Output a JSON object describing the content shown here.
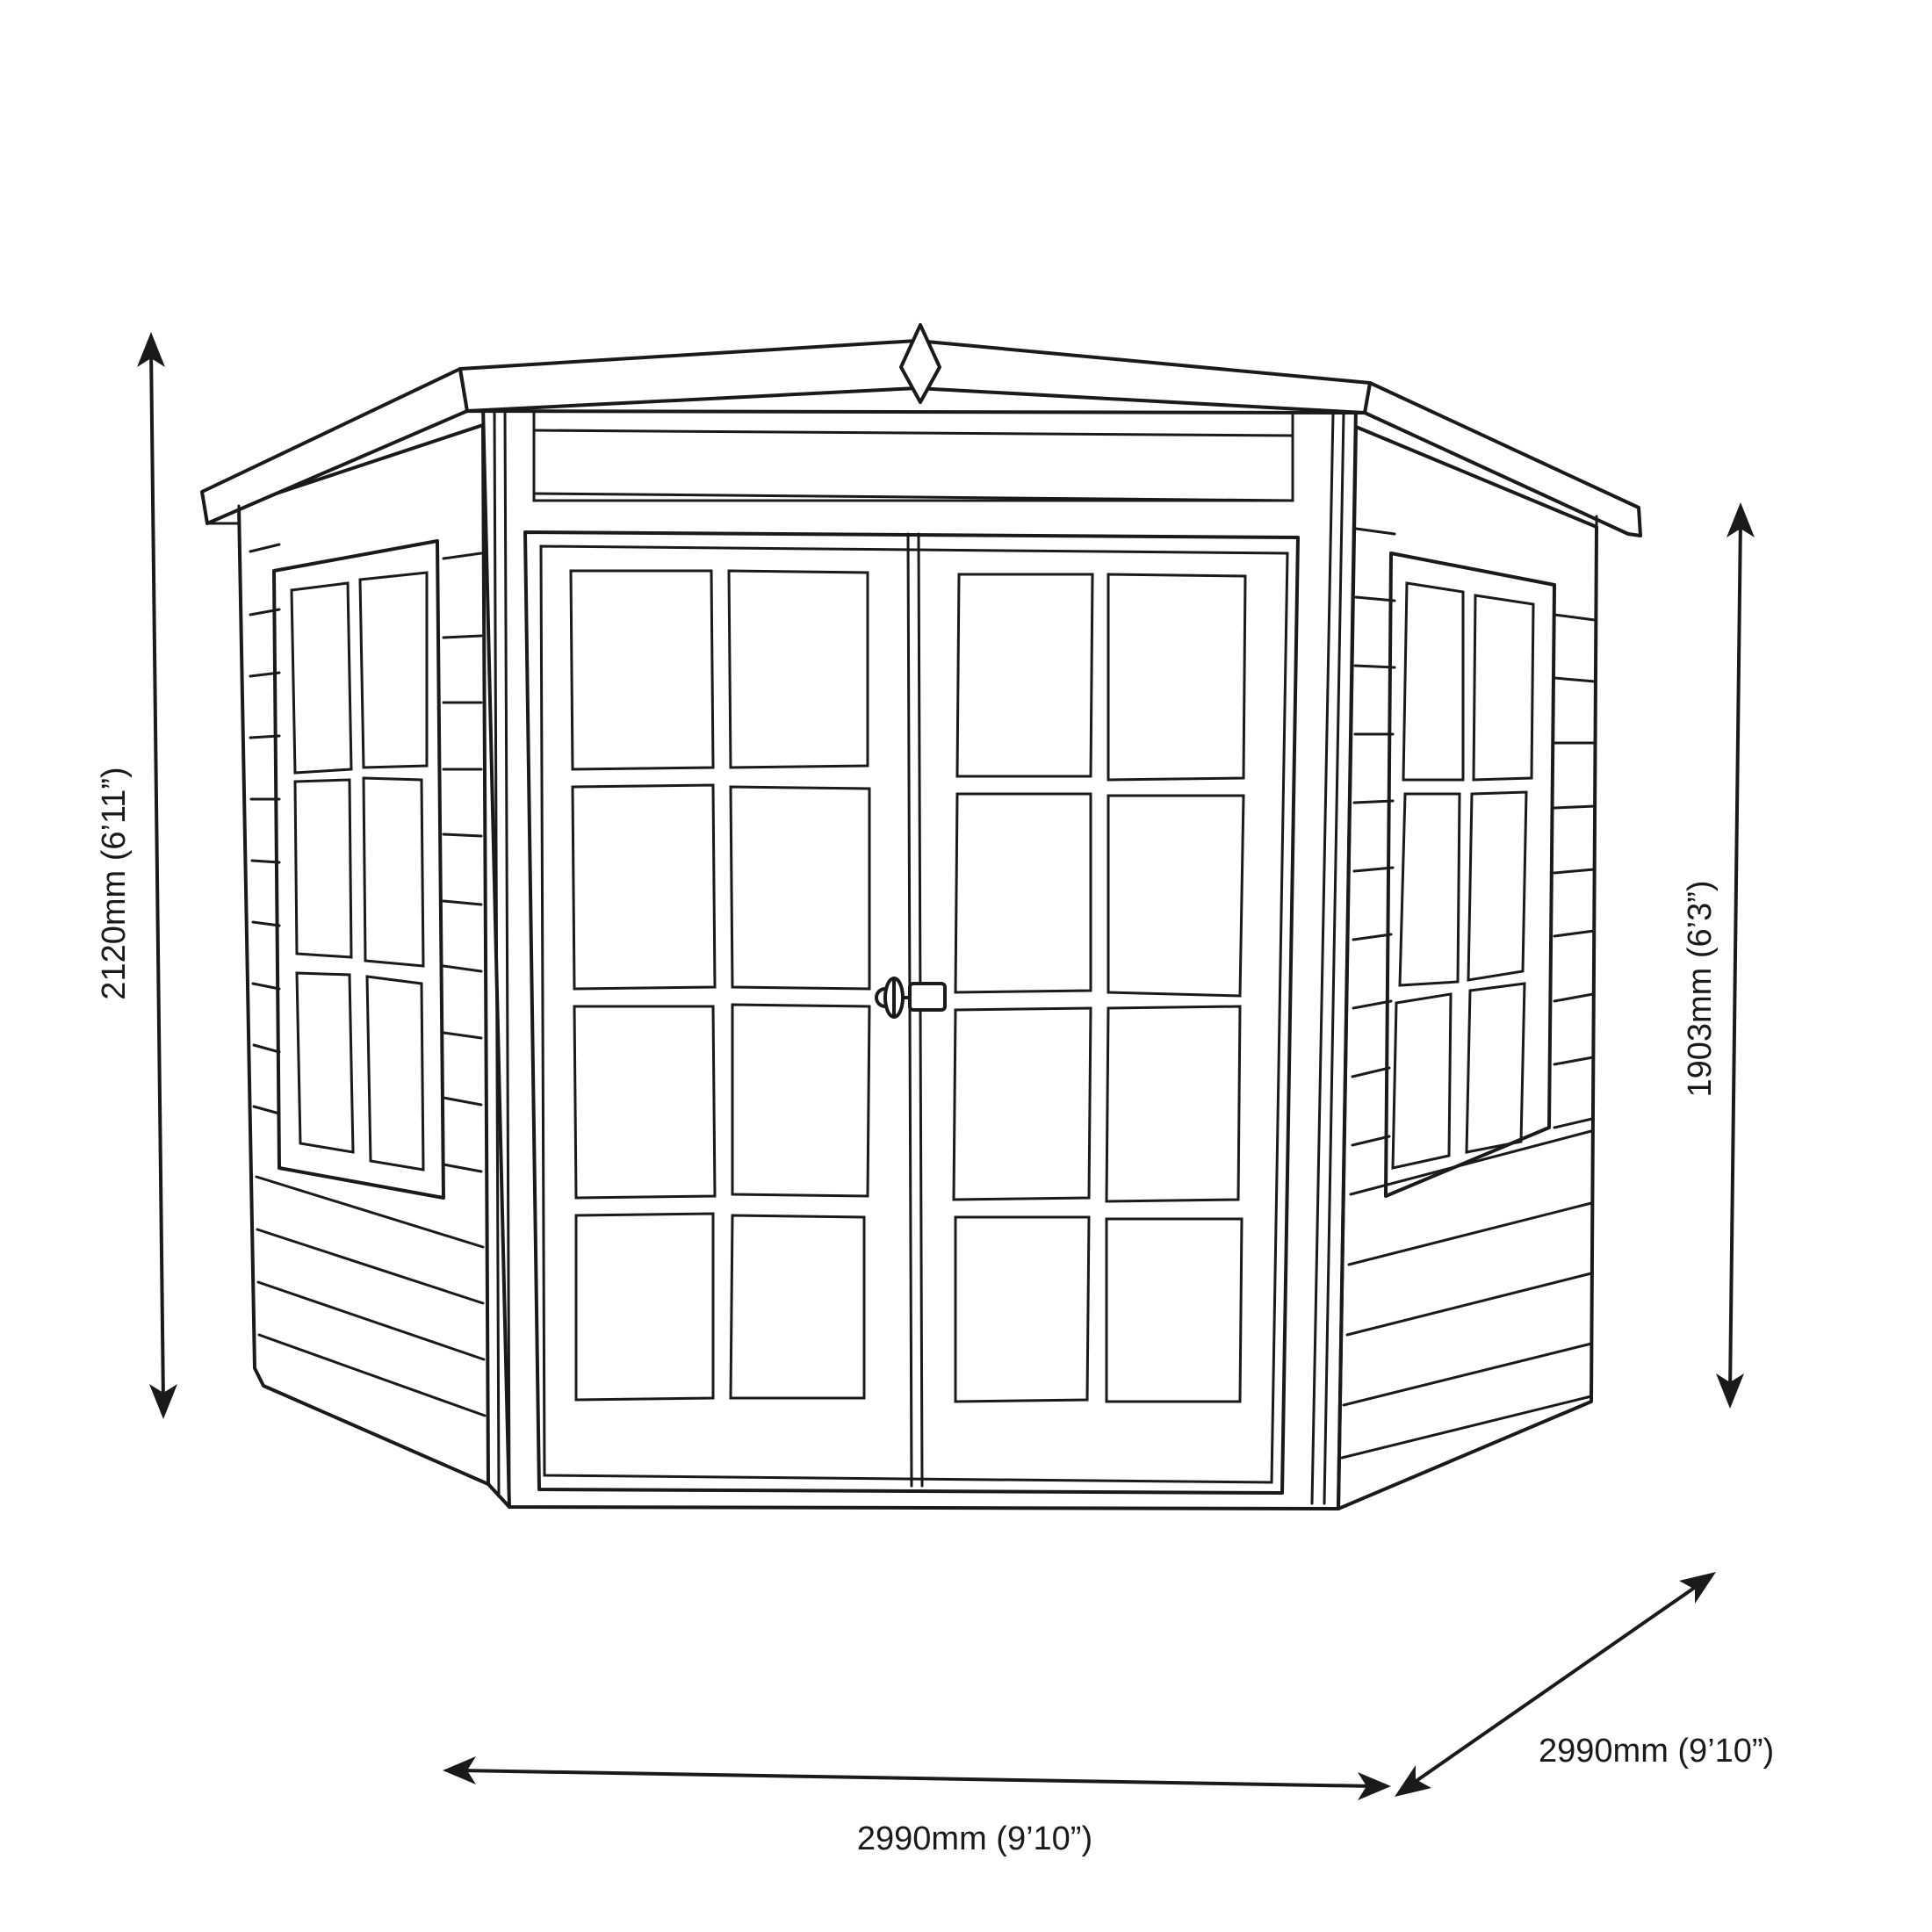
{
  "dimensions": {
    "overall_height": "2120mm (6’11”)",
    "eaves_height": "1903mm (6’3”)",
    "front_width": "2990mm (9’10”)",
    "side_depth": "2990mm (9’10”)"
  }
}
